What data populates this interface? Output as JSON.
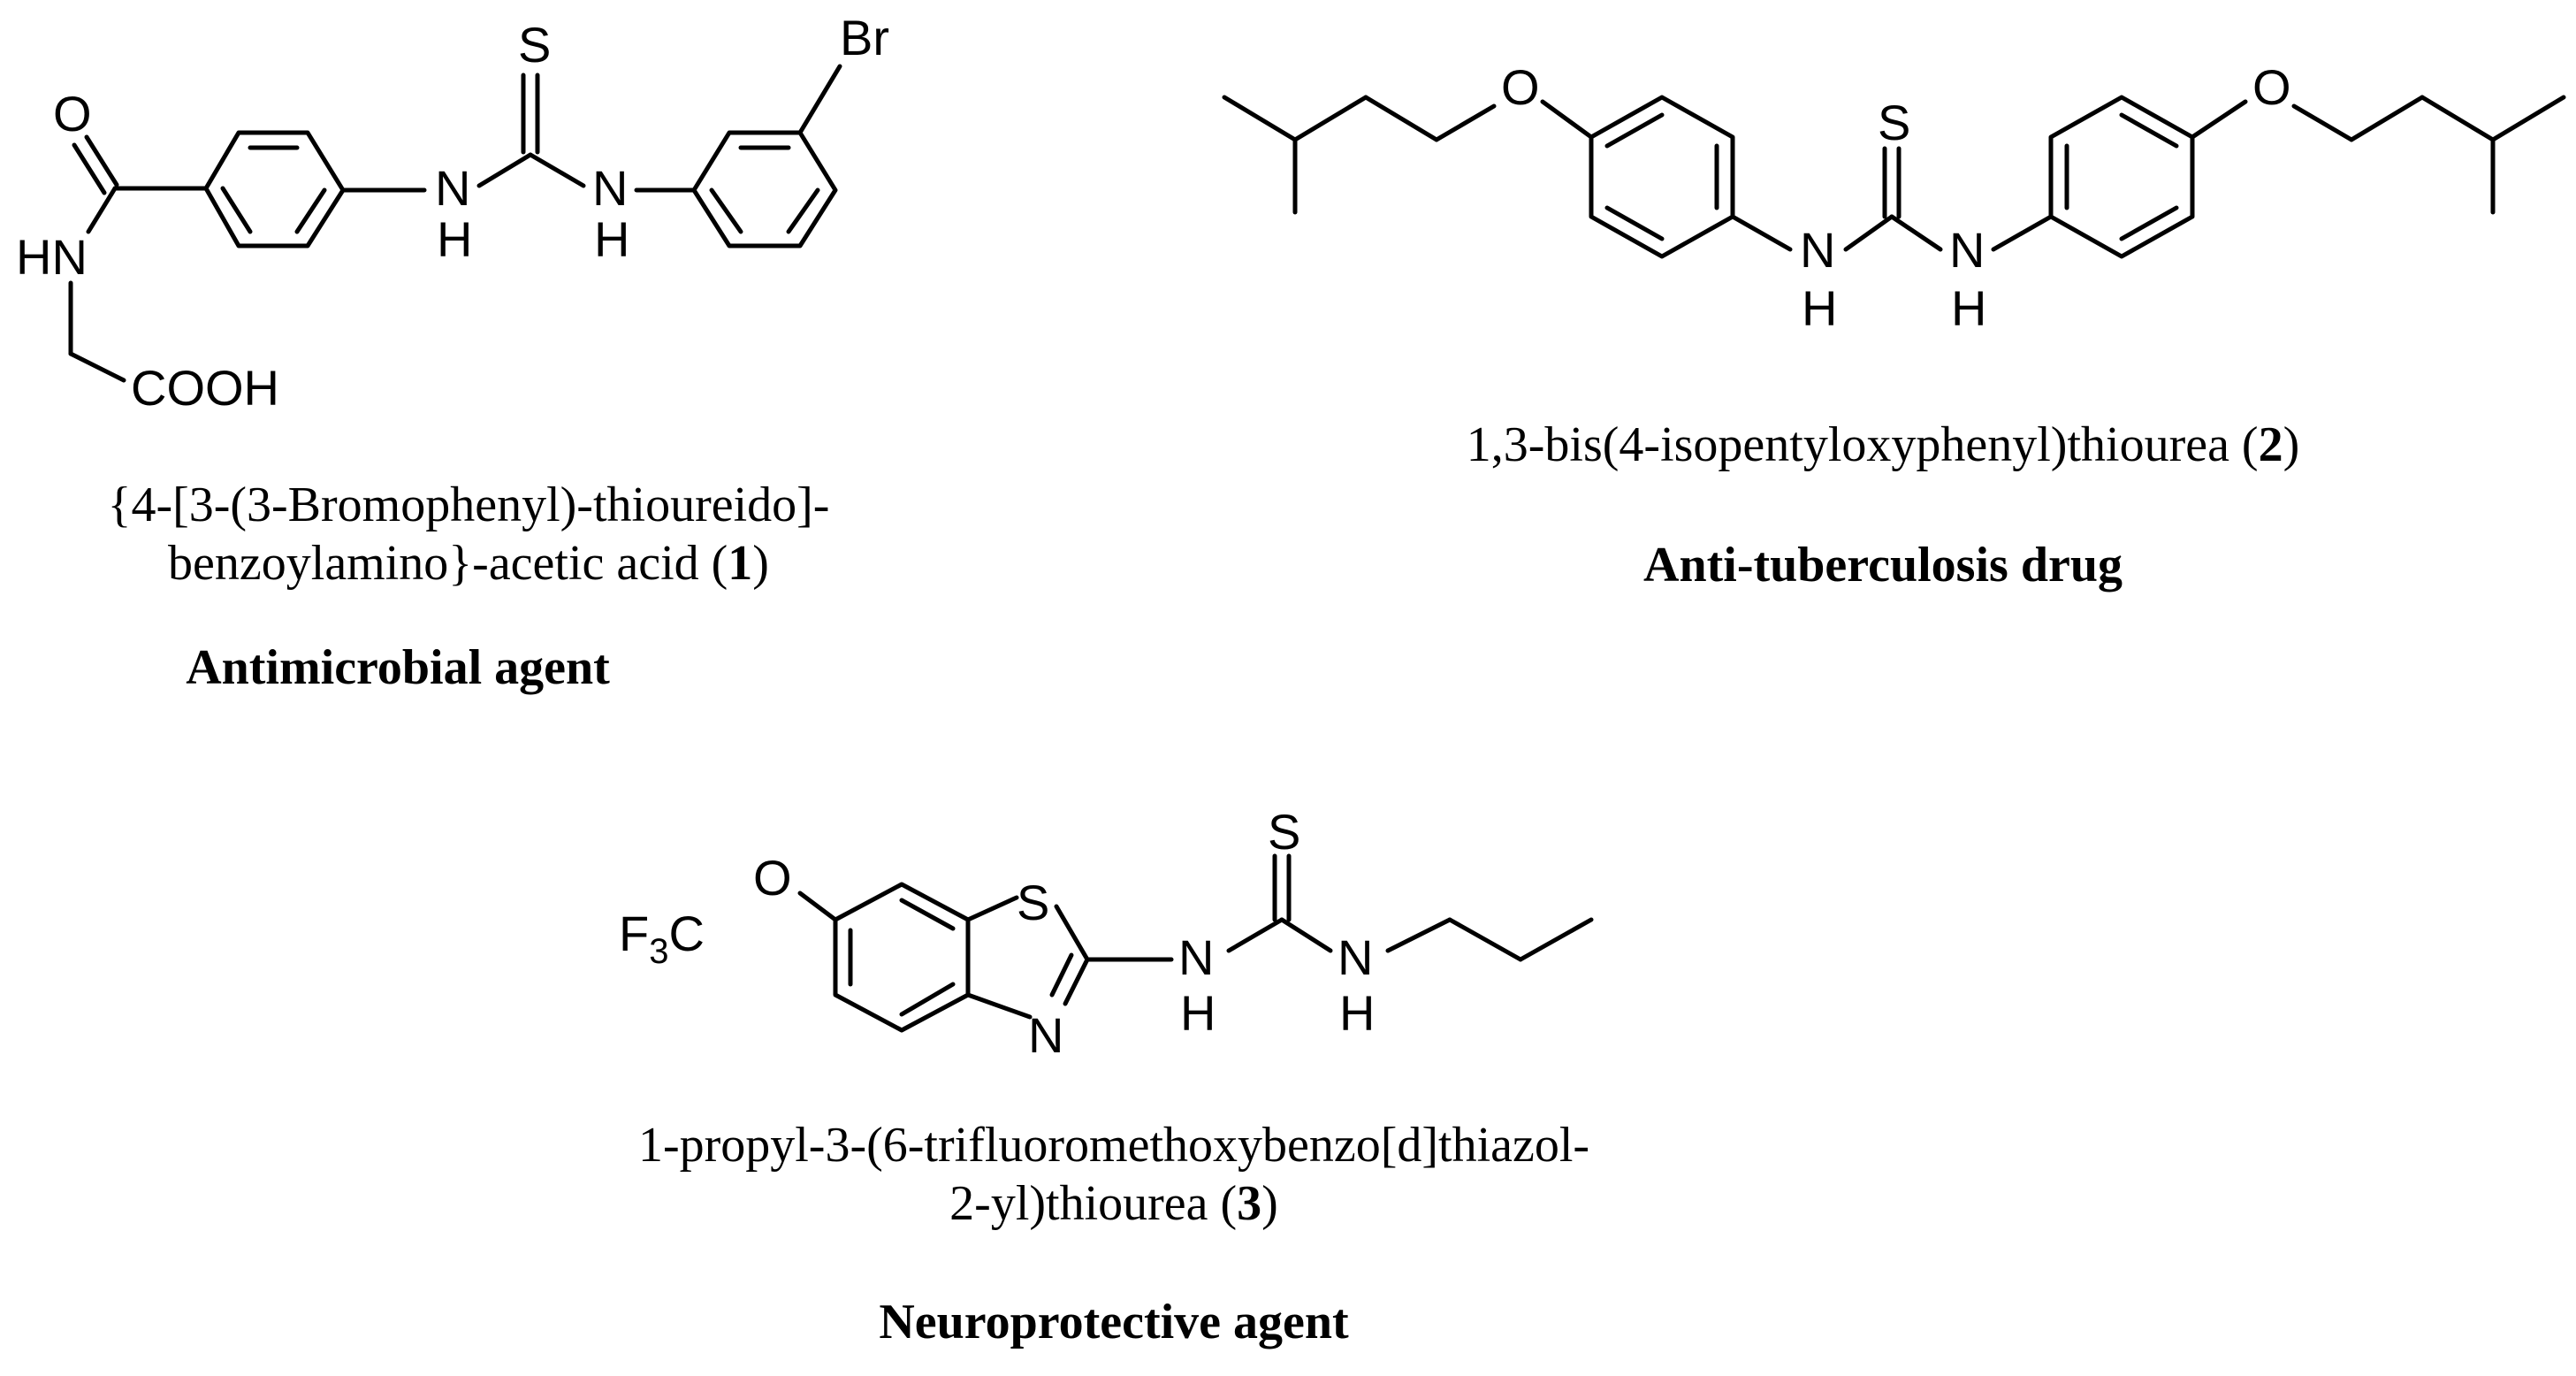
{
  "compounds": [
    {
      "id": "1",
      "atoms": {
        "S": "S",
        "Br": "Br",
        "O": "O",
        "HN": "HN",
        "NH1": "N",
        "H1": "H",
        "NH2": "N",
        "H2": "H",
        "COOH": "COOH"
      },
      "name_line1": "{4-[3-(3-Bromophenyl)-thioureido]-",
      "name_line2_pre": "benzoylamino}-acetic acid (",
      "number": "1",
      "name_line2_post": ")",
      "activity": "Antimicrobial agent"
    },
    {
      "id": "2",
      "atoms": {
        "O_left": "O",
        "O_right": "O",
        "S": "S",
        "N1": "N",
        "H1": "H",
        "N2": "N",
        "H2": "H"
      },
      "name_pre": "1,3-bis(4-isopentyloxyphenyl)thiourea (",
      "number": "2",
      "name_post": ")",
      "activity": "Anti-tuberculosis drug"
    },
    {
      "id": "3",
      "atoms": {
        "F3C": "F",
        "F3C_sub": "3",
        "F3C_C": "C",
        "O": "O",
        "S_ring": "S",
        "N_ring": "N",
        "S": "S",
        "N1": "N",
        "H1": "H",
        "N2": "N",
        "H2": "H"
      },
      "name_line1": "1-propyl-3-(6-trifluoromethoxybenzo[d]thiazol-",
      "name_line2_pre": "2-yl)thiourea (",
      "number": "3",
      "name_line2_post": ")",
      "activity": "Neuroprotective agent"
    }
  ]
}
